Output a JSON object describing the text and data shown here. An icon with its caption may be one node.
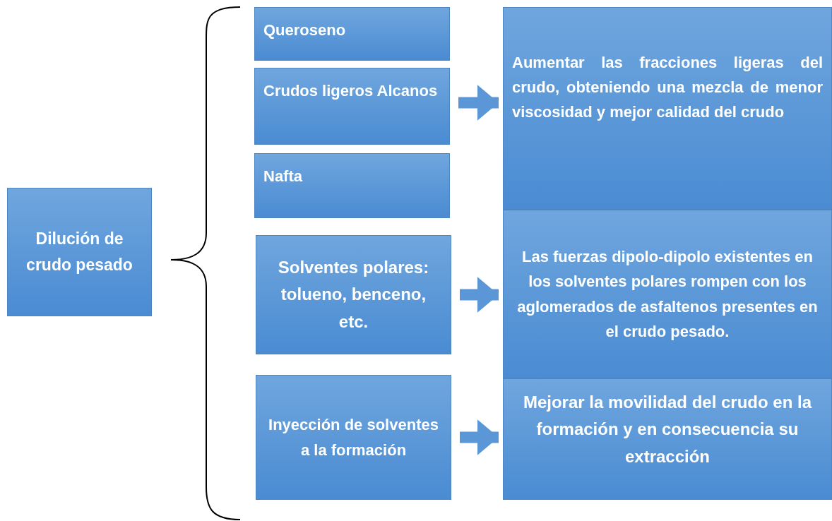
{
  "diagram": {
    "nodes": [
      {
        "text": [
          "Dilución de crudo pesado"
        ]
      },
      {
        "text": [
          "Queroseno"
        ]
      },
      {
        "text": [
          "Crudos ligeros Alcanos"
        ]
      },
      {
        "text": [
          "Nafta"
        ]
      },
      {
        "text": [
          "Solventes polares: tolueno, benceno, etc."
        ]
      },
      {
        "text": [
          "Inyección de solventes a la formación"
        ]
      },
      {
        "text": [
          "Aumentar las fracciones ligeras del crudo, obteniendo una mezcla de menor viscosidad y mejor calidad del crudo"
        ]
      },
      {
        "text": [
          "Las fuerzas dipolo-dipolo existentes en los solventes polares rompen con los aglomerados de asfaltenos presentes en el crudo pesado."
        ]
      },
      {
        "text": [
          "Mejorar la movilidad del crudo en la formación y en consecuencia su extracción"
        ]
      }
    ],
    "edges": [
      {
        "from": 2,
        "to": 6,
        "arrow": "to"
      },
      {
        "from": 4,
        "to": 7,
        "arrow": "to"
      },
      {
        "from": 5,
        "to": 8,
        "arrow": "to"
      }
    ]
  }
}
